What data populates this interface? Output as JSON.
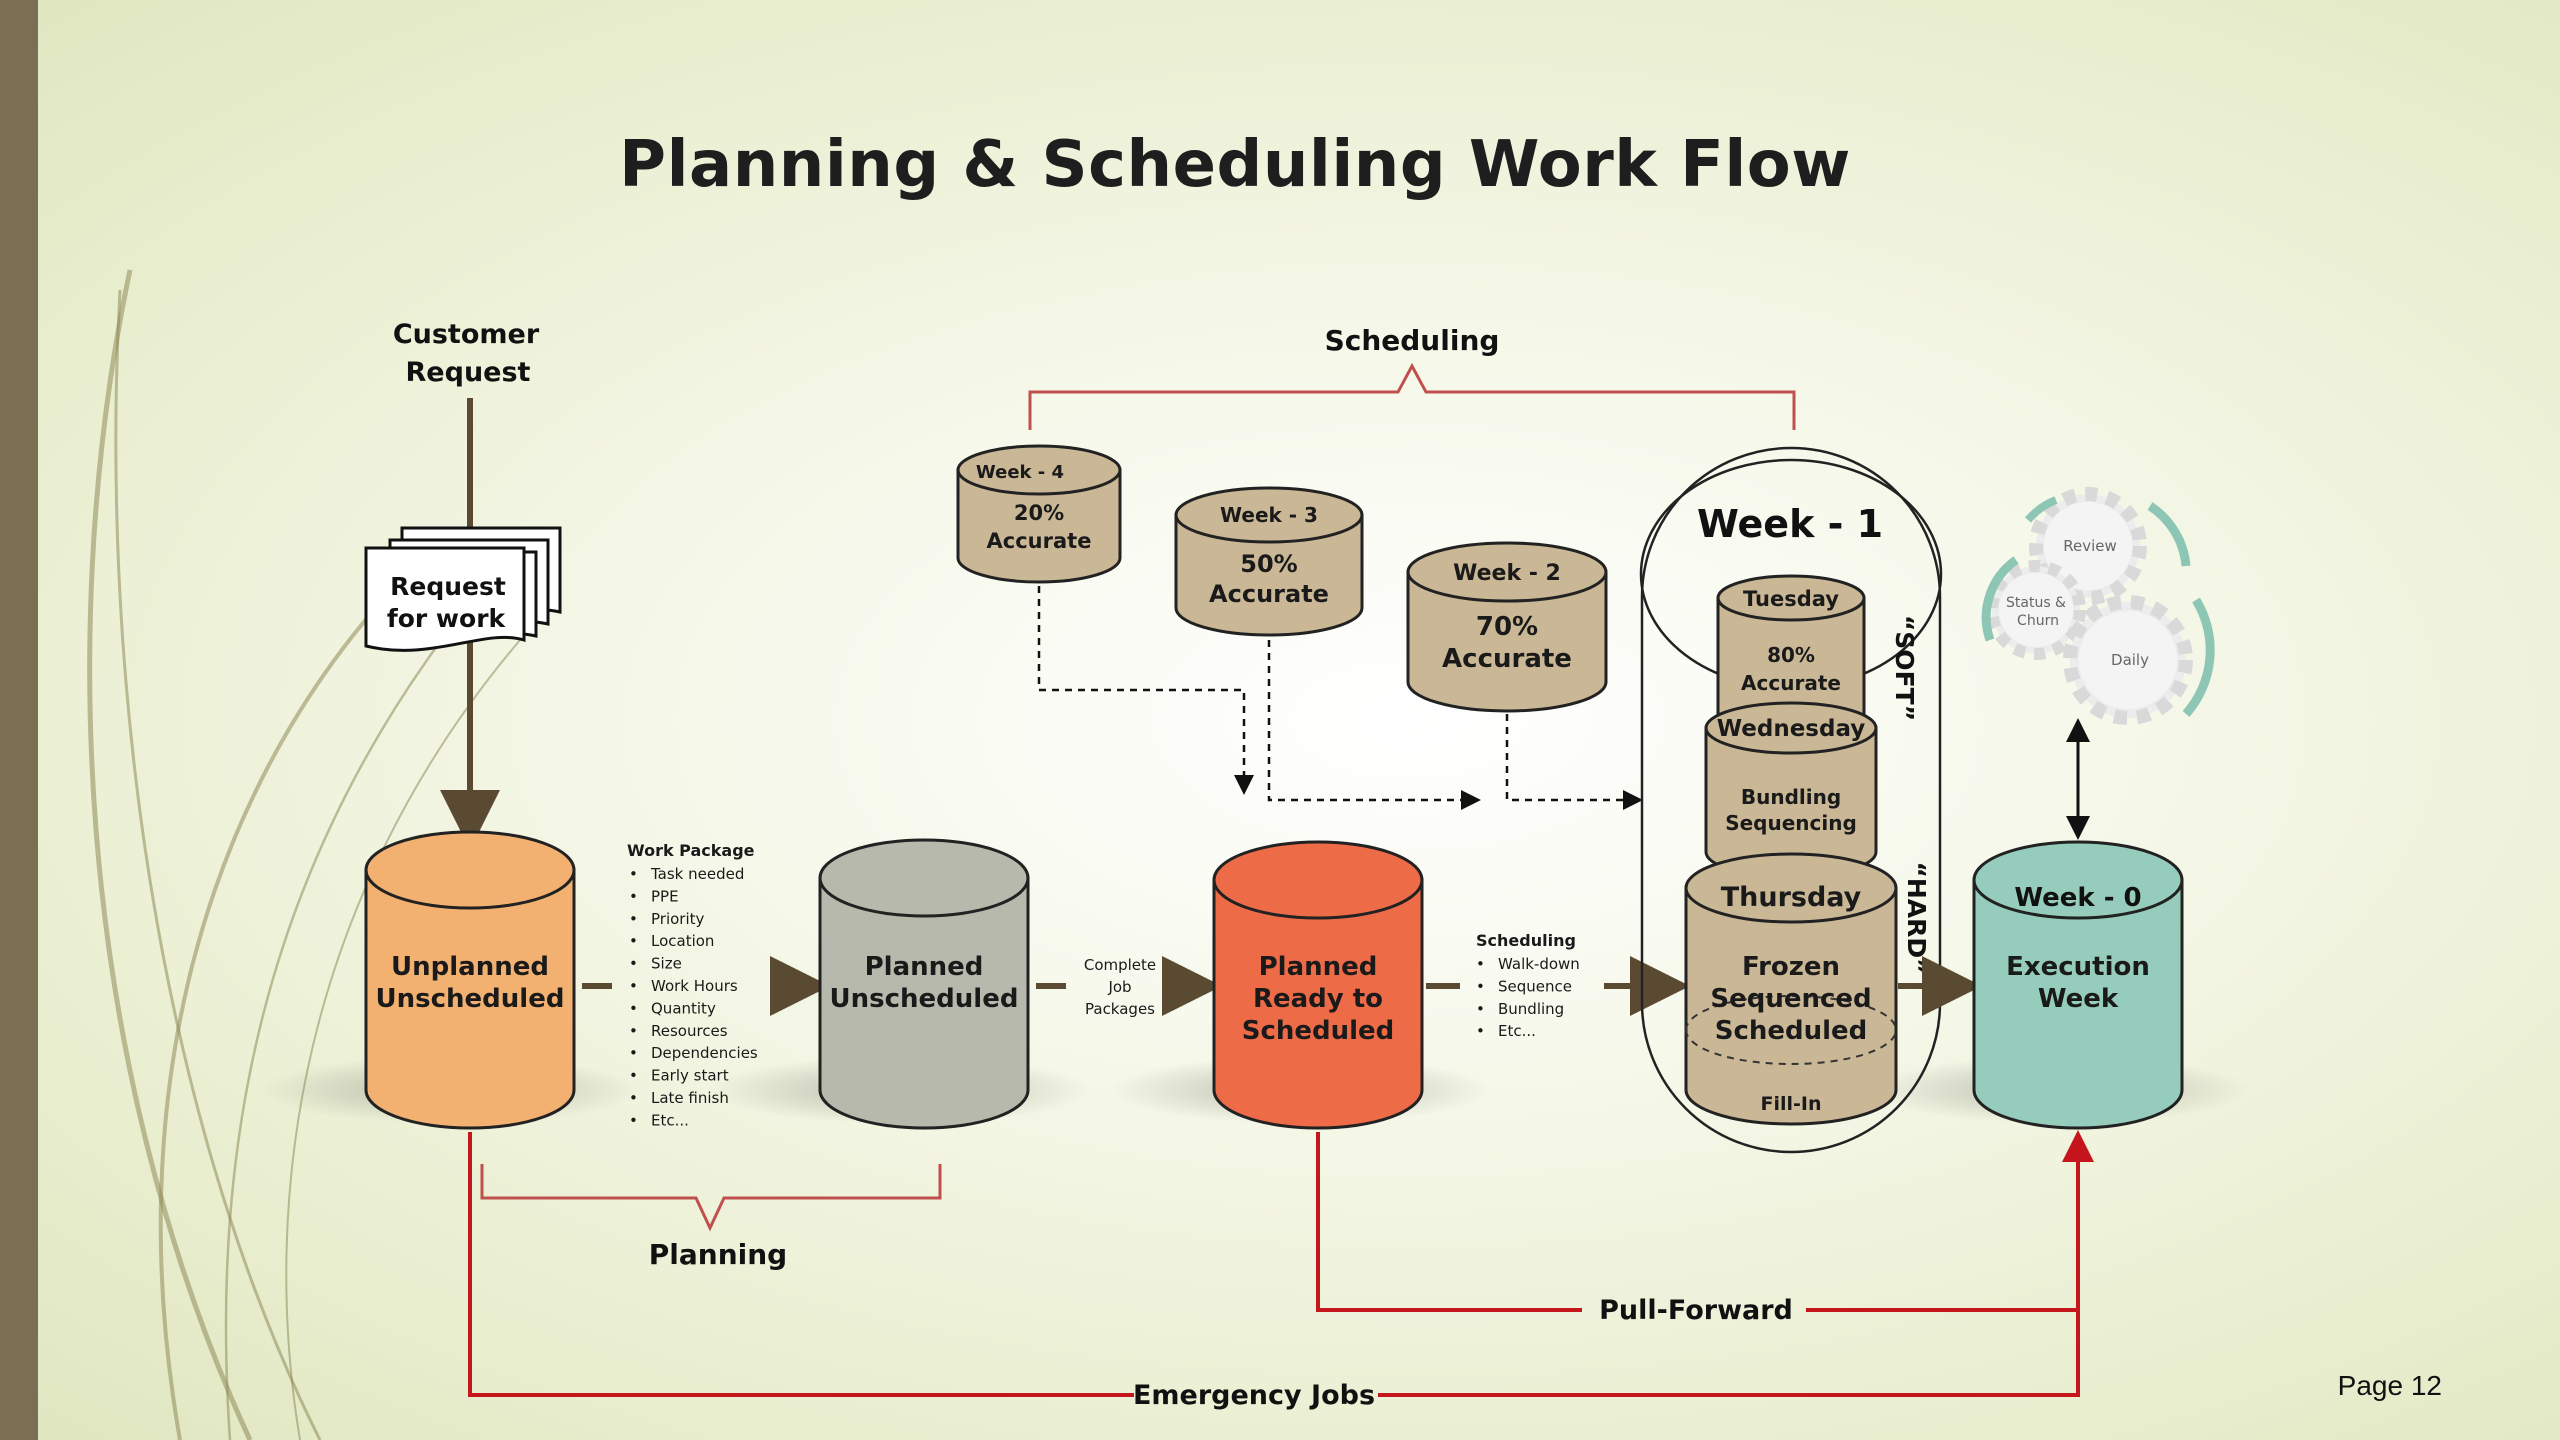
{
  "title": "Planning & Scheduling Work Flow",
  "page_number": "Page 12",
  "labels": {
    "customer_request": [
      "Customer",
      "Request"
    ],
    "request_for_work": [
      "Request",
      "for work"
    ],
    "scheduling_header": "Scheduling",
    "planning_footer": "Planning",
    "pull_forward": "Pull-Forward",
    "emergency_jobs": "Emergency Jobs",
    "soft": "“SOFT”",
    "hard": "“HARD”",
    "complete_job_packages": [
      "Complete",
      "Job",
      "Packages"
    ]
  },
  "work_package": {
    "heading": "Work Package",
    "items": [
      "Task needed",
      "PPE",
      "Priority",
      "Location",
      "Size",
      "Work Hours",
      "Quantity",
      "Resources",
      "Dependencies",
      "Early start",
      "Late finish",
      "Etc..."
    ]
  },
  "scheduling_list": {
    "heading": "Scheduling",
    "items": [
      "Walk-down",
      "Sequence",
      "Bundling",
      "Etc..."
    ]
  },
  "main_cylinders": {
    "unplanned": [
      "Unplanned",
      "Unscheduled"
    ],
    "planned_unscheduled": [
      "Planned",
      "Unscheduled"
    ],
    "planned_ready": [
      "Planned",
      "Ready to",
      "Scheduled"
    ],
    "execution_title": "Week - 0",
    "execution_body": [
      "Execution",
      "Week"
    ]
  },
  "forecast": [
    {
      "week": "Week - 4",
      "accuracy": [
        "20%",
        "Accurate"
      ]
    },
    {
      "week": "Week - 3",
      "accuracy": [
        "50%",
        "Accurate"
      ]
    },
    {
      "week": "Week - 2",
      "accuracy": [
        "70%",
        "Accurate"
      ]
    }
  ],
  "week1": {
    "title": "Week - 1",
    "tuesday": "Tuesday",
    "tuesday_body": [
      "80%",
      "Accurate"
    ],
    "wednesday": "Wednesday",
    "wednesday_body": [
      "Bundling",
      "Sequencing"
    ],
    "thursday": "Thursday",
    "thursday_body": [
      "Frozen",
      "Sequenced",
      "Scheduled"
    ],
    "fill_in": "Fill-In"
  },
  "gears": {
    "review": "Review",
    "status_churn": [
      "Status &",
      "Churn"
    ],
    "daily": "Daily"
  },
  "colors": {
    "unplanned": "#f2b171",
    "planned_unscheduled": "#b6b9ab",
    "planned_ready": "#ee6b48",
    "execution": "#96ccbb",
    "tan": "#cab796",
    "arrow": "#5a4a32",
    "red_line": "#c4161c",
    "bracket": "#c0504d"
  }
}
